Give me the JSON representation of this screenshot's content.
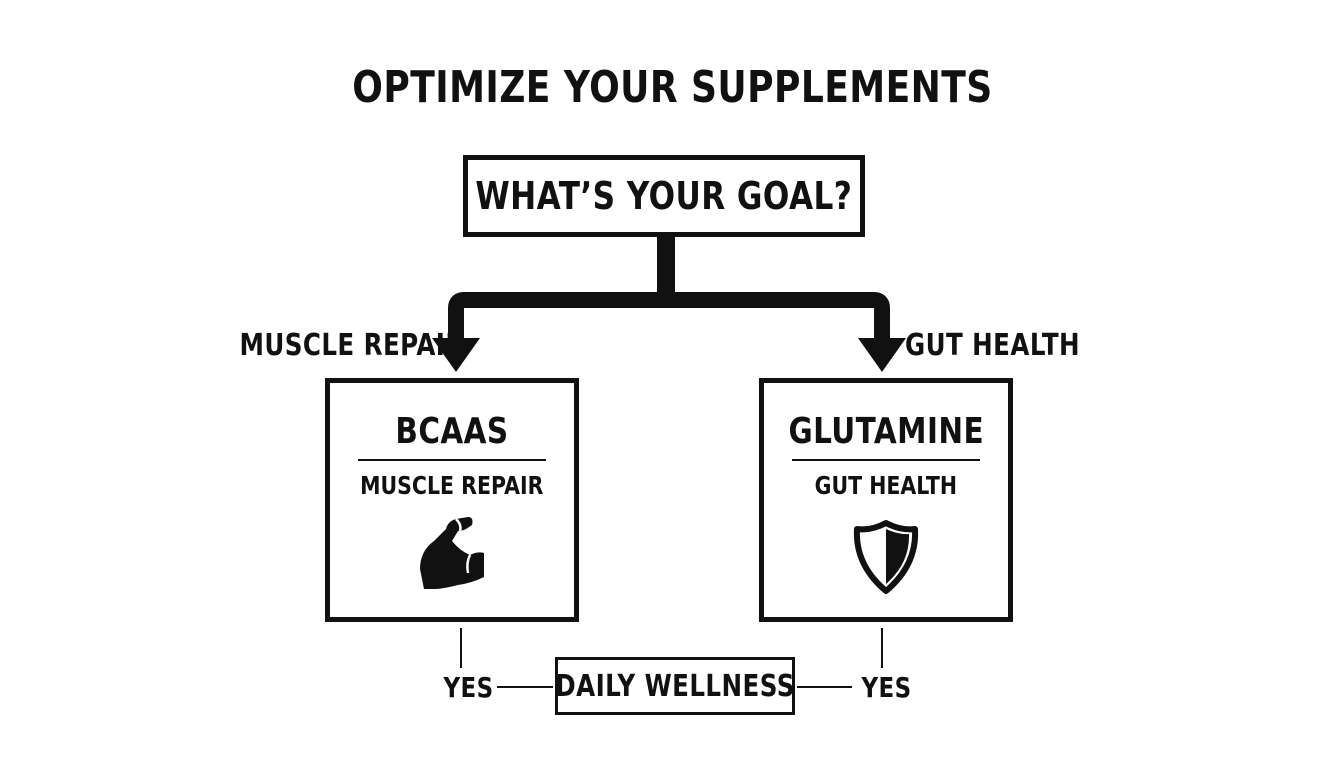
{
  "title": "OPTIMIZE YOUR SUPPLEMENTS",
  "question": "WHAT’S YOUR GOAL?",
  "branches": {
    "left_label": "MUSCLE REPAIR",
    "right_label": "GUT HEALTH"
  },
  "cards": [
    {
      "title": "BCAAS",
      "subtitle": "MUSCLE REPAIR",
      "icon": "flexed-bicep-icon"
    },
    {
      "title": "GLUTAMINE",
      "subtitle": "GUT HEALTH",
      "icon": "shield-icon"
    }
  ],
  "yes_left": "YES",
  "yes_right": "YES",
  "bottom_box": "DAILY WELLNESS",
  "colors": {
    "ink": "#111111",
    "background": "#ffffff"
  }
}
